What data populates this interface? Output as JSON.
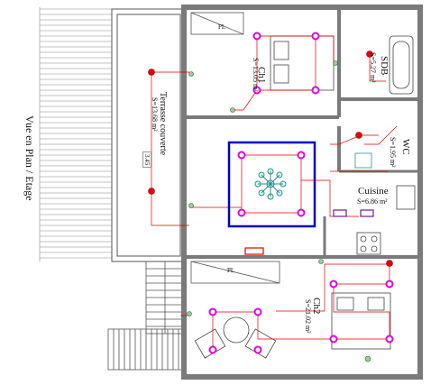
{
  "view_label": "Vue en Plan / Etage",
  "rooms": {
    "terrasse": {
      "name": "Terrasse couverte",
      "area": "S=13.68 m²",
      "tag": "3.45"
    },
    "ch1": {
      "name": "Ch1",
      "area": "S=13.05 m²"
    },
    "sdb": {
      "name": "SDB",
      "area": "S=5.27 m²"
    },
    "wc": {
      "name": "WC",
      "area": "S=1.95 m²"
    },
    "cuisine": {
      "name": "Cuisine",
      "area": "S=6.86 m²"
    },
    "ch2": {
      "name": "Ch2",
      "area": "S=21.02 m²"
    }
  },
  "placards": [
    "PL",
    "PL"
  ],
  "colors": {
    "wall": "#7a7a7a",
    "wiring": "#e00000",
    "ceiling_light": "#e000e0",
    "wall_light": "#e00010",
    "highlight_box": "#0000cc",
    "socket": "#6a1b9a",
    "fixture": "#2f8f8f"
  }
}
